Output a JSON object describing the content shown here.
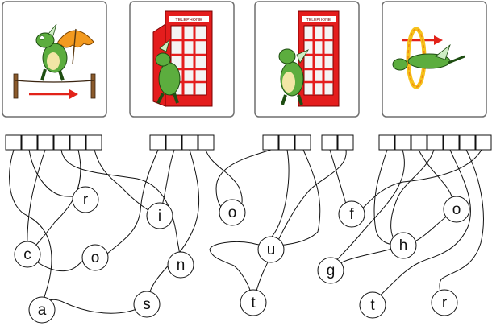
{
  "puzzle": {
    "pictures": [
      {
        "id": "picture-1",
        "scene": "dragon-tightrope-umbrella"
      },
      {
        "id": "picture-2",
        "scene": "dragon-entering-phone-box"
      },
      {
        "id": "picture-3",
        "scene": "dragon-leaving-phone-box"
      },
      {
        "id": "picture-4",
        "scene": "dragon-jumping-fire-ring"
      }
    ],
    "phone_box_sign": "TELEPHONE",
    "word_groups": [
      {
        "id": "word-1",
        "box_count": 6
      },
      {
        "id": "word-2",
        "box_count": 4
      },
      {
        "id": "word-3",
        "box_count": 3
      },
      {
        "id": "word-4",
        "box_count": 2
      },
      {
        "id": "word-5",
        "box_count": 7
      }
    ],
    "letters": [
      {
        "id": "r1",
        "char": "r"
      },
      {
        "id": "i1",
        "char": "i"
      },
      {
        "id": "o1",
        "char": "o"
      },
      {
        "id": "f1",
        "char": "f"
      },
      {
        "id": "o2",
        "char": "o"
      },
      {
        "id": "c1",
        "char": "c"
      },
      {
        "id": "o3",
        "char": "o"
      },
      {
        "id": "u1",
        "char": "u"
      },
      {
        "id": "h1",
        "char": "h"
      },
      {
        "id": "n1",
        "char": "n"
      },
      {
        "id": "g1",
        "char": "g"
      },
      {
        "id": "a1",
        "char": "a"
      },
      {
        "id": "s1",
        "char": "s"
      },
      {
        "id": "t1",
        "char": "t"
      },
      {
        "id": "t2",
        "char": "t"
      },
      {
        "id": "r2",
        "char": "r"
      }
    ],
    "colors": {
      "card_border": "#6f6f6f",
      "line": "#111111",
      "dragon_green": "#5cad3e",
      "dragon_belly": "#f2e6a6",
      "phone_box_red": "#e41d1d",
      "umbrella_orange": "#f39a1f",
      "arrow_red": "#e2231a",
      "fire_yellow": "#f6c21b"
    }
  }
}
